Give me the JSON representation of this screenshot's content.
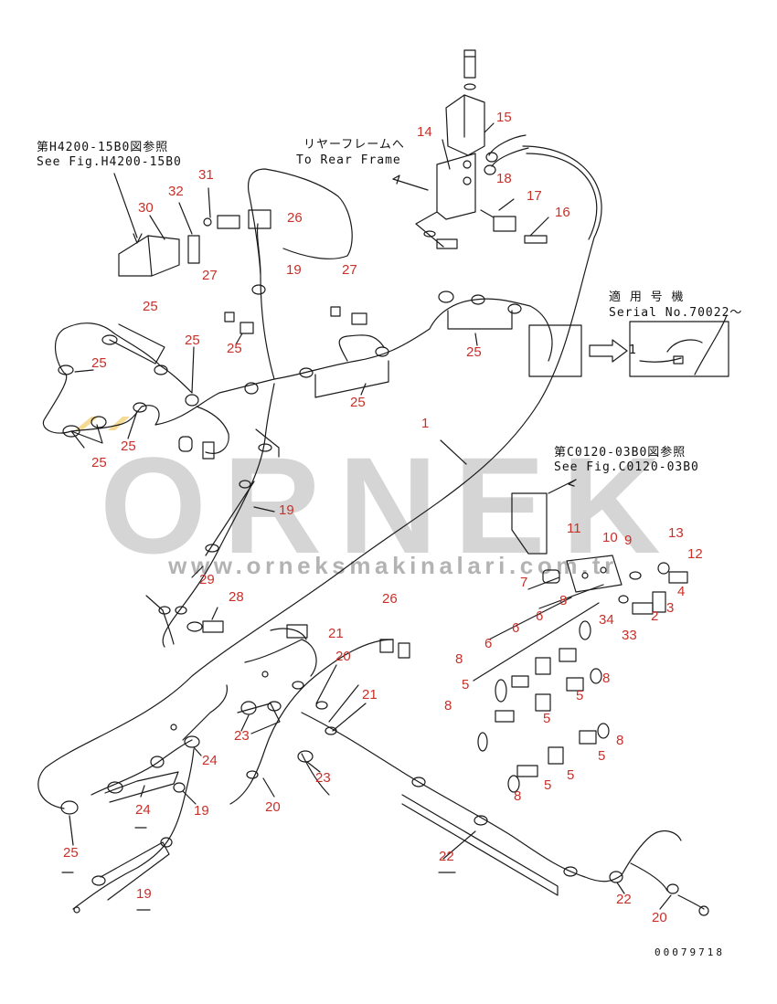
{
  "annotations": {
    "ref_h4200_jp": "第H4200-15B0図参照",
    "ref_h4200_en": "See Fig.H4200-15B0",
    "rear_frame_jp": "リヤーフレームへ",
    "rear_frame_en": "To Rear Frame",
    "serial_jp": "適 用 号 機",
    "serial_en": "Serial No.70022～",
    "ref_c0120_jp": "第C0120-03B0図参照",
    "ref_c0120_en": "See Fig.C0120-03B0",
    "detail_callout": "1"
  },
  "watermark": {
    "brand": "ORNEK",
    "url": "www.orneksmakinalari.com.tr"
  },
  "drawing_code": "00079718",
  "part_labels": [
    "15",
    "14",
    "18",
    "17",
    "16",
    "31",
    "32",
    "30",
    "26",
    "27",
    "19",
    "27",
    "25",
    "25",
    "25",
    "25",
    "25",
    "25",
    "25",
    "25",
    "1",
    "11",
    "10",
    "9",
    "13",
    "12",
    "7",
    "4",
    "3",
    "8",
    "34",
    "2",
    "6",
    "6",
    "33",
    "19",
    "29",
    "28",
    "26",
    "21",
    "20",
    "21",
    "8",
    "5",
    "6",
    "5",
    "8",
    "8",
    "5",
    "5",
    "8",
    "23",
    "24",
    "23",
    "5",
    "5",
    "24",
    "19",
    "20",
    "8",
    "25",
    "22",
    "19",
    "22",
    "20"
  ],
  "colors": {
    "line": "#1a1a1a",
    "label": "#c8302a",
    "highlight": "#f3d27a",
    "watermark": "#b3b3b3"
  }
}
